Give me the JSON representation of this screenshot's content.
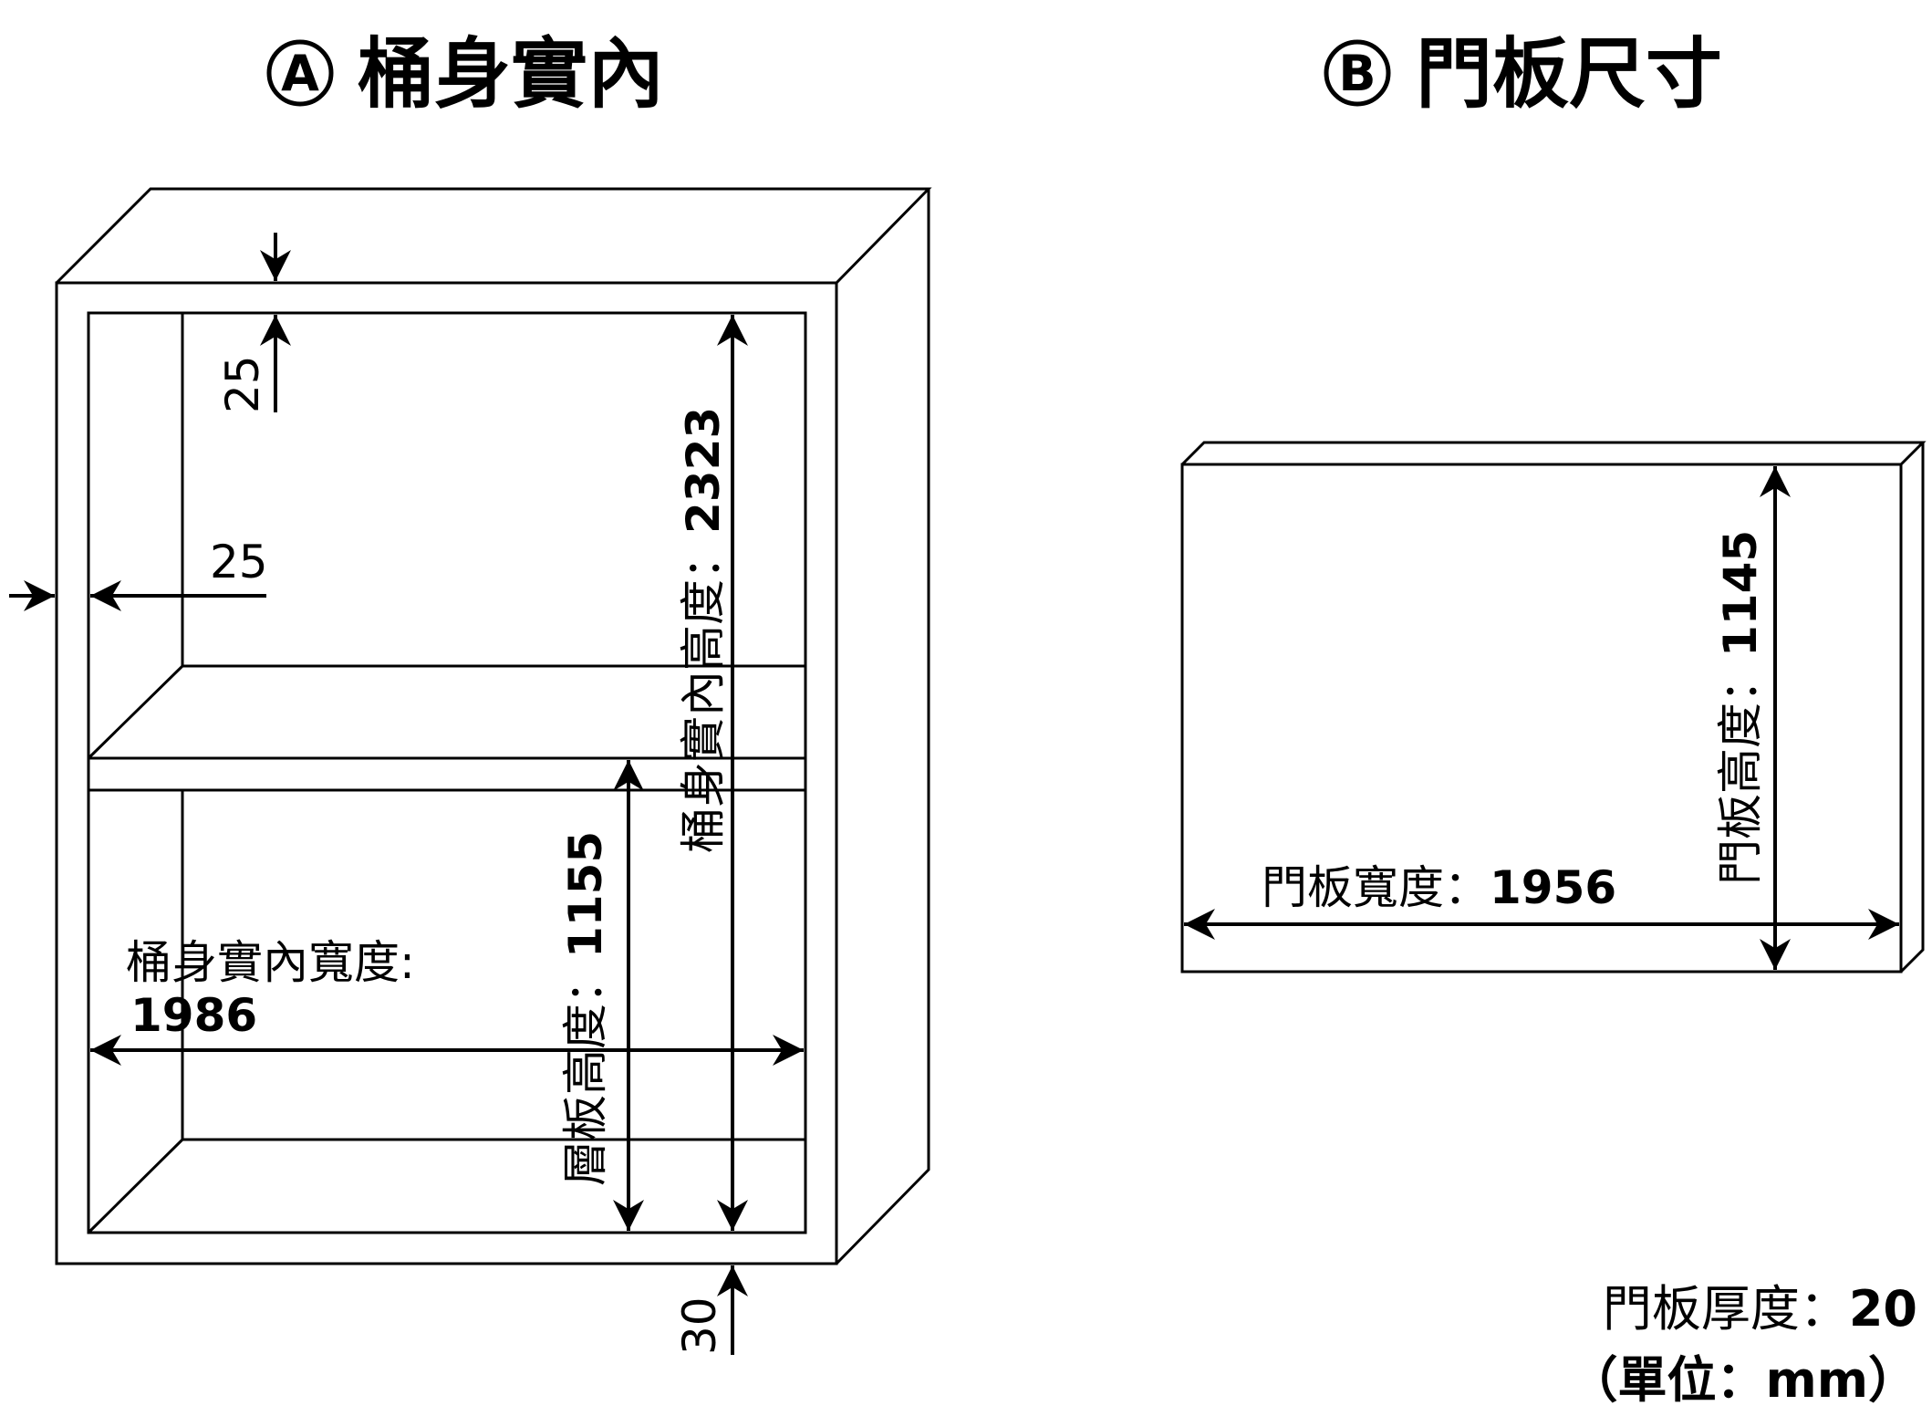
{
  "panel_a": {
    "badge": "A",
    "title": "桶身實內",
    "top_edge": "25",
    "side_edge": "25",
    "bottom_edge": "30",
    "height_label": "桶身實內高度：",
    "height_value": "2323",
    "shelf_label": "層板高度：",
    "shelf_value": "1155",
    "width_label": "桶身實內寬度:",
    "width_value": "1986"
  },
  "panel_b": {
    "badge": "B",
    "title": "門板尺寸",
    "height_label": "門板高度：",
    "height_value": "1145",
    "width_label": "門板寬度：",
    "width_value": "1956"
  },
  "notes": {
    "thickness_label": "門板厚度：",
    "thickness_value": "20",
    "unit": "（單位：mm）"
  }
}
